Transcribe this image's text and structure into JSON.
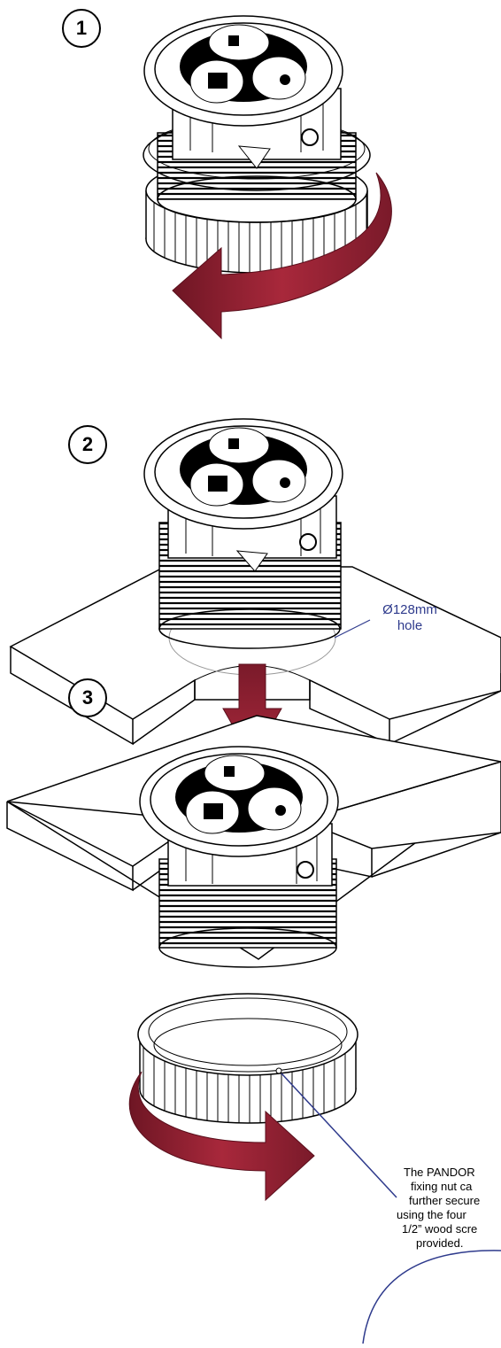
{
  "steps": [
    {
      "number": "1"
    },
    {
      "number": "2"
    },
    {
      "number": "3"
    }
  ],
  "hole_label": {
    "line1": "Ø128mm",
    "line2": "hole"
  },
  "note": {
    "line1": "The PANDOR",
    "line2": "fixing nut ca",
    "line3": "further secure",
    "line4": "using the four",
    "line5": "1/2” wood scre",
    "line6": "provided."
  },
  "colors": {
    "arrow": "#9b2335",
    "arrow_dark": "#6e1624",
    "leader": "#2e3a8c",
    "line": "#000000"
  }
}
